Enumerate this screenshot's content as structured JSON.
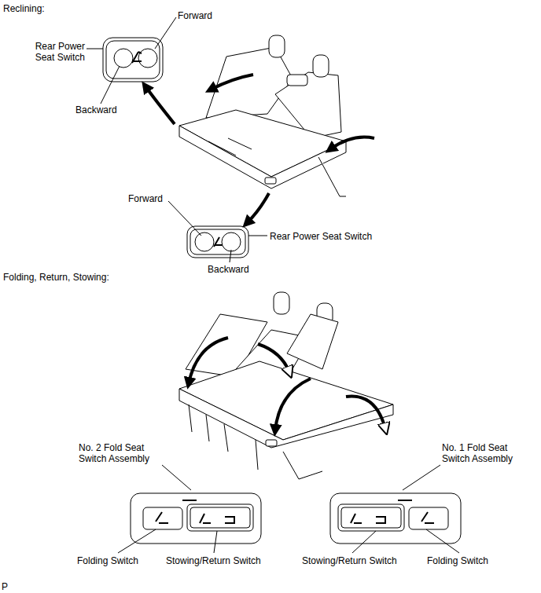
{
  "diagram": {
    "labels": [
      "Reclining:",
      "Forward",
      "Rear Power Seat Switch",
      "Backward",
      "Forward",
      "Rear Power Seat Switch",
      "Backward",
      "Folding, Return, Stowing:",
      "No. 2 Fold Seat Switch Assembly",
      "No. 1 Fold Seat Switch Assembly",
      "Folding Switch",
      "Stowing/Return Switch",
      "Stowing/Return Switch",
      "Folding Switch",
      "P"
    ]
  }
}
